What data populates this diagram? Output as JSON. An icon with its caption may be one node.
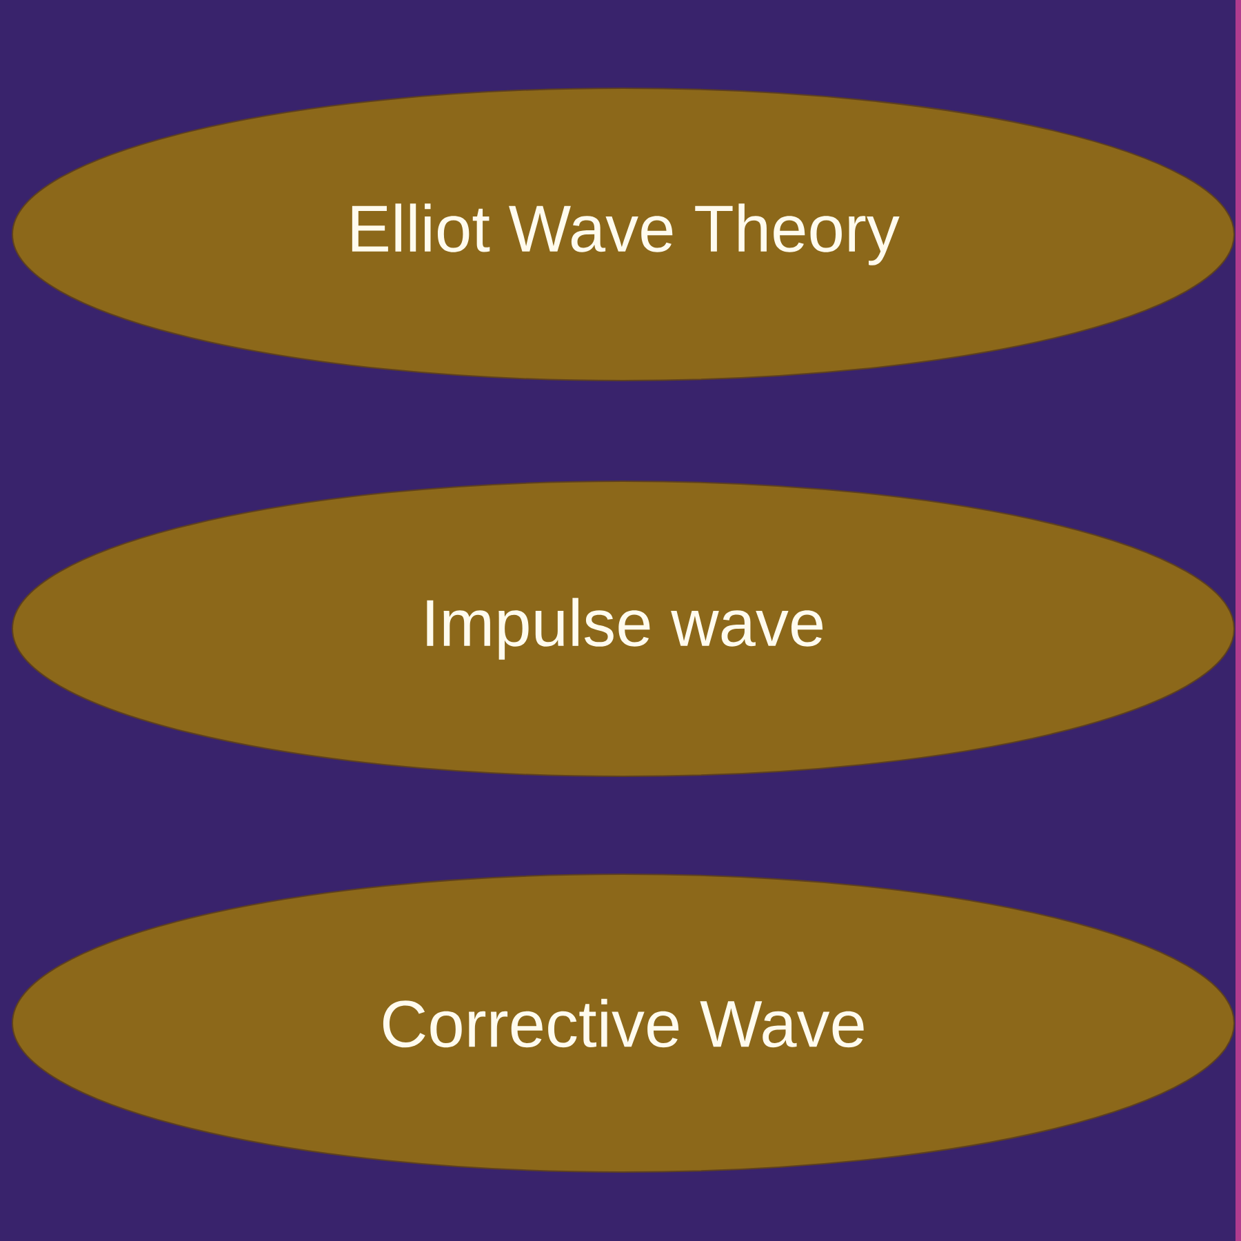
{
  "diagram": {
    "nodes": [
      {
        "text": [
          "Elliot Wave Theory"
        ]
      },
      {
        "text": [
          "Impulse wave"
        ]
      },
      {
        "text": [
          "Corrective Wave"
        ]
      }
    ]
  }
}
